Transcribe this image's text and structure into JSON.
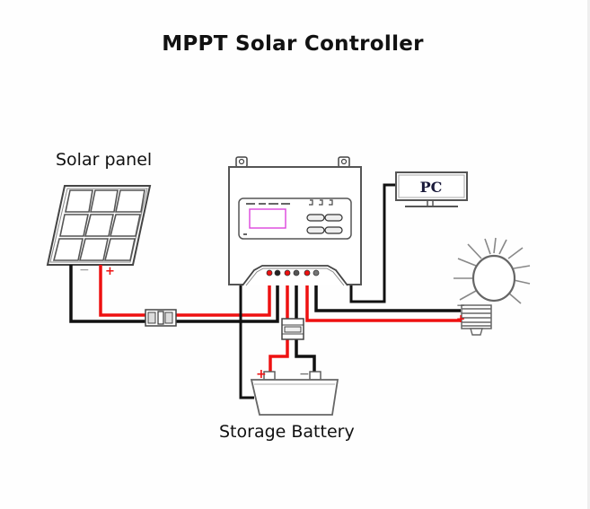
{
  "title": "MPPT Solar Controller",
  "labels": {
    "solar_panel": "Solar panel",
    "storage_battery": "Storage Battery",
    "pc": "PC"
  },
  "polarity": {
    "plus": "+",
    "minus": "−"
  },
  "colors": {
    "positive_wire": "#ee1111",
    "negative_wire": "#111111",
    "outline": "#555555",
    "display_border": "#dd44dd"
  },
  "components": [
    {
      "id": "solar-panel",
      "name": "Solar panel",
      "cells": 9
    },
    {
      "id": "controller",
      "name": "MPPT Solar Controller",
      "terminals": 6
    },
    {
      "id": "pc",
      "name": "PC"
    },
    {
      "id": "lamp",
      "name": "Load lamp"
    },
    {
      "id": "battery",
      "name": "Storage Battery"
    }
  ],
  "connections": [
    {
      "from": "solar-panel",
      "to": "controller",
      "via": "breaker"
    },
    {
      "from": "battery",
      "to": "controller",
      "via": "breaker"
    },
    {
      "from": "controller",
      "to": "lamp"
    },
    {
      "from": "controller",
      "to": "pc"
    }
  ]
}
